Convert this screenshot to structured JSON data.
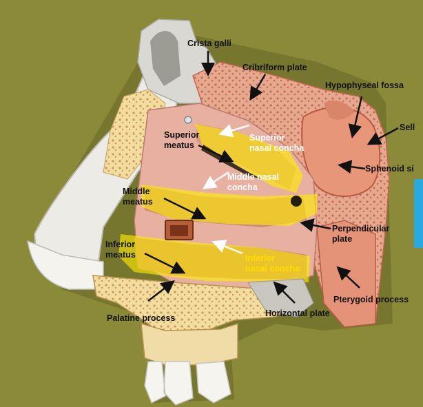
{
  "labels": {
    "crista_galli": "Crista galli",
    "cribriform_plate": "Cribriform plate",
    "hypophyseal_fossa": "Hypophyseal fossa",
    "sella": "Sell",
    "sphenoid_sinus": "Sphenoid si",
    "superior_meatus": "Superior\nmeatus",
    "superior_nasal_concha": "Superior\nnasal concha",
    "middle_meatus": "Middle\nmeatus",
    "middle_nasal_concha": "Middle nasal\nconcha",
    "perpendicular_plate": "Perpendicular\nplate",
    "inferior_meatus": "Inferior\nmeatus",
    "inferior_nasal_concha": "Inferior\nnasal concha",
    "pterygoid_process": "Pterygoid process",
    "palatine_process": "Palatine process",
    "horizontal_plate": "Horizontal plate"
  },
  "colors": {
    "background": "#8a8a38",
    "highlight": "#ffee00",
    "bone_salmon": "#e89a7a",
    "bone_cream": "#f0d89a",
    "cartilage": "#e8e8e8"
  }
}
